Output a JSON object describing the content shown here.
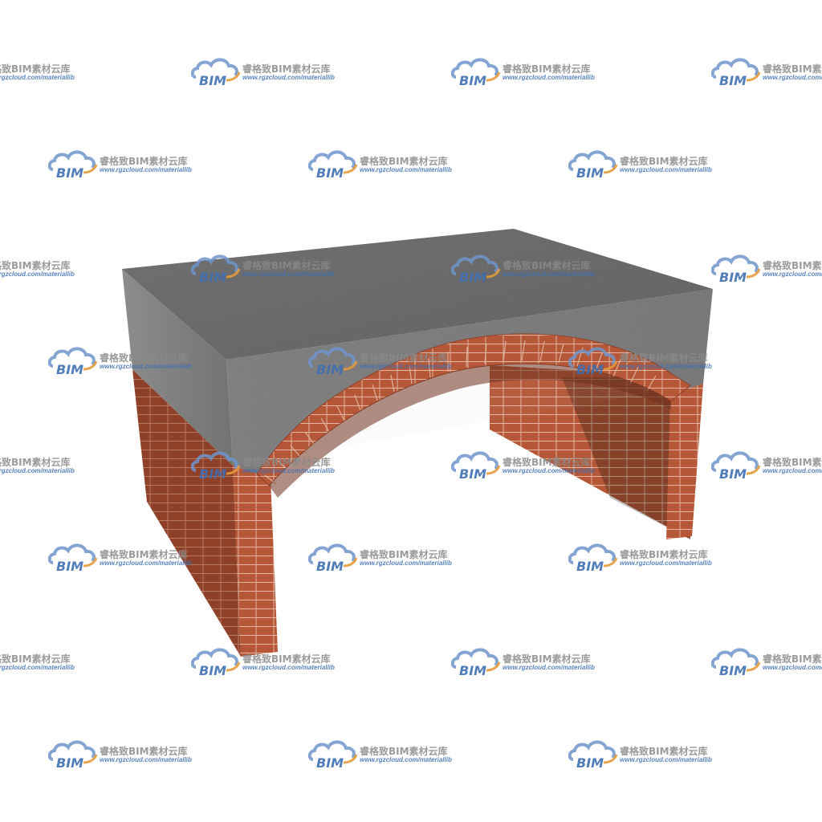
{
  "scene": {
    "subject": "brick-arch-with-concrete-slab",
    "colors": {
      "background": "#ffffff",
      "concrete_top": "#6a6a6a",
      "concrete_front": "#7b7b7b",
      "concrete_left": "#8e8e8e",
      "brick": "#b85a3a",
      "brick_dark": "#8f4028",
      "brick_shadow": "#6e2f1d",
      "mortar": "#e6c3b0"
    }
  },
  "watermark": {
    "logo_text": "BIM",
    "title": "睿格致BIM素材云库",
    "url": "www.rgzcloud.com/materiallib",
    "colors": {
      "cloud": "#6f95cc",
      "accent": "#e49a3a",
      "text": "#3f6fb3"
    }
  }
}
